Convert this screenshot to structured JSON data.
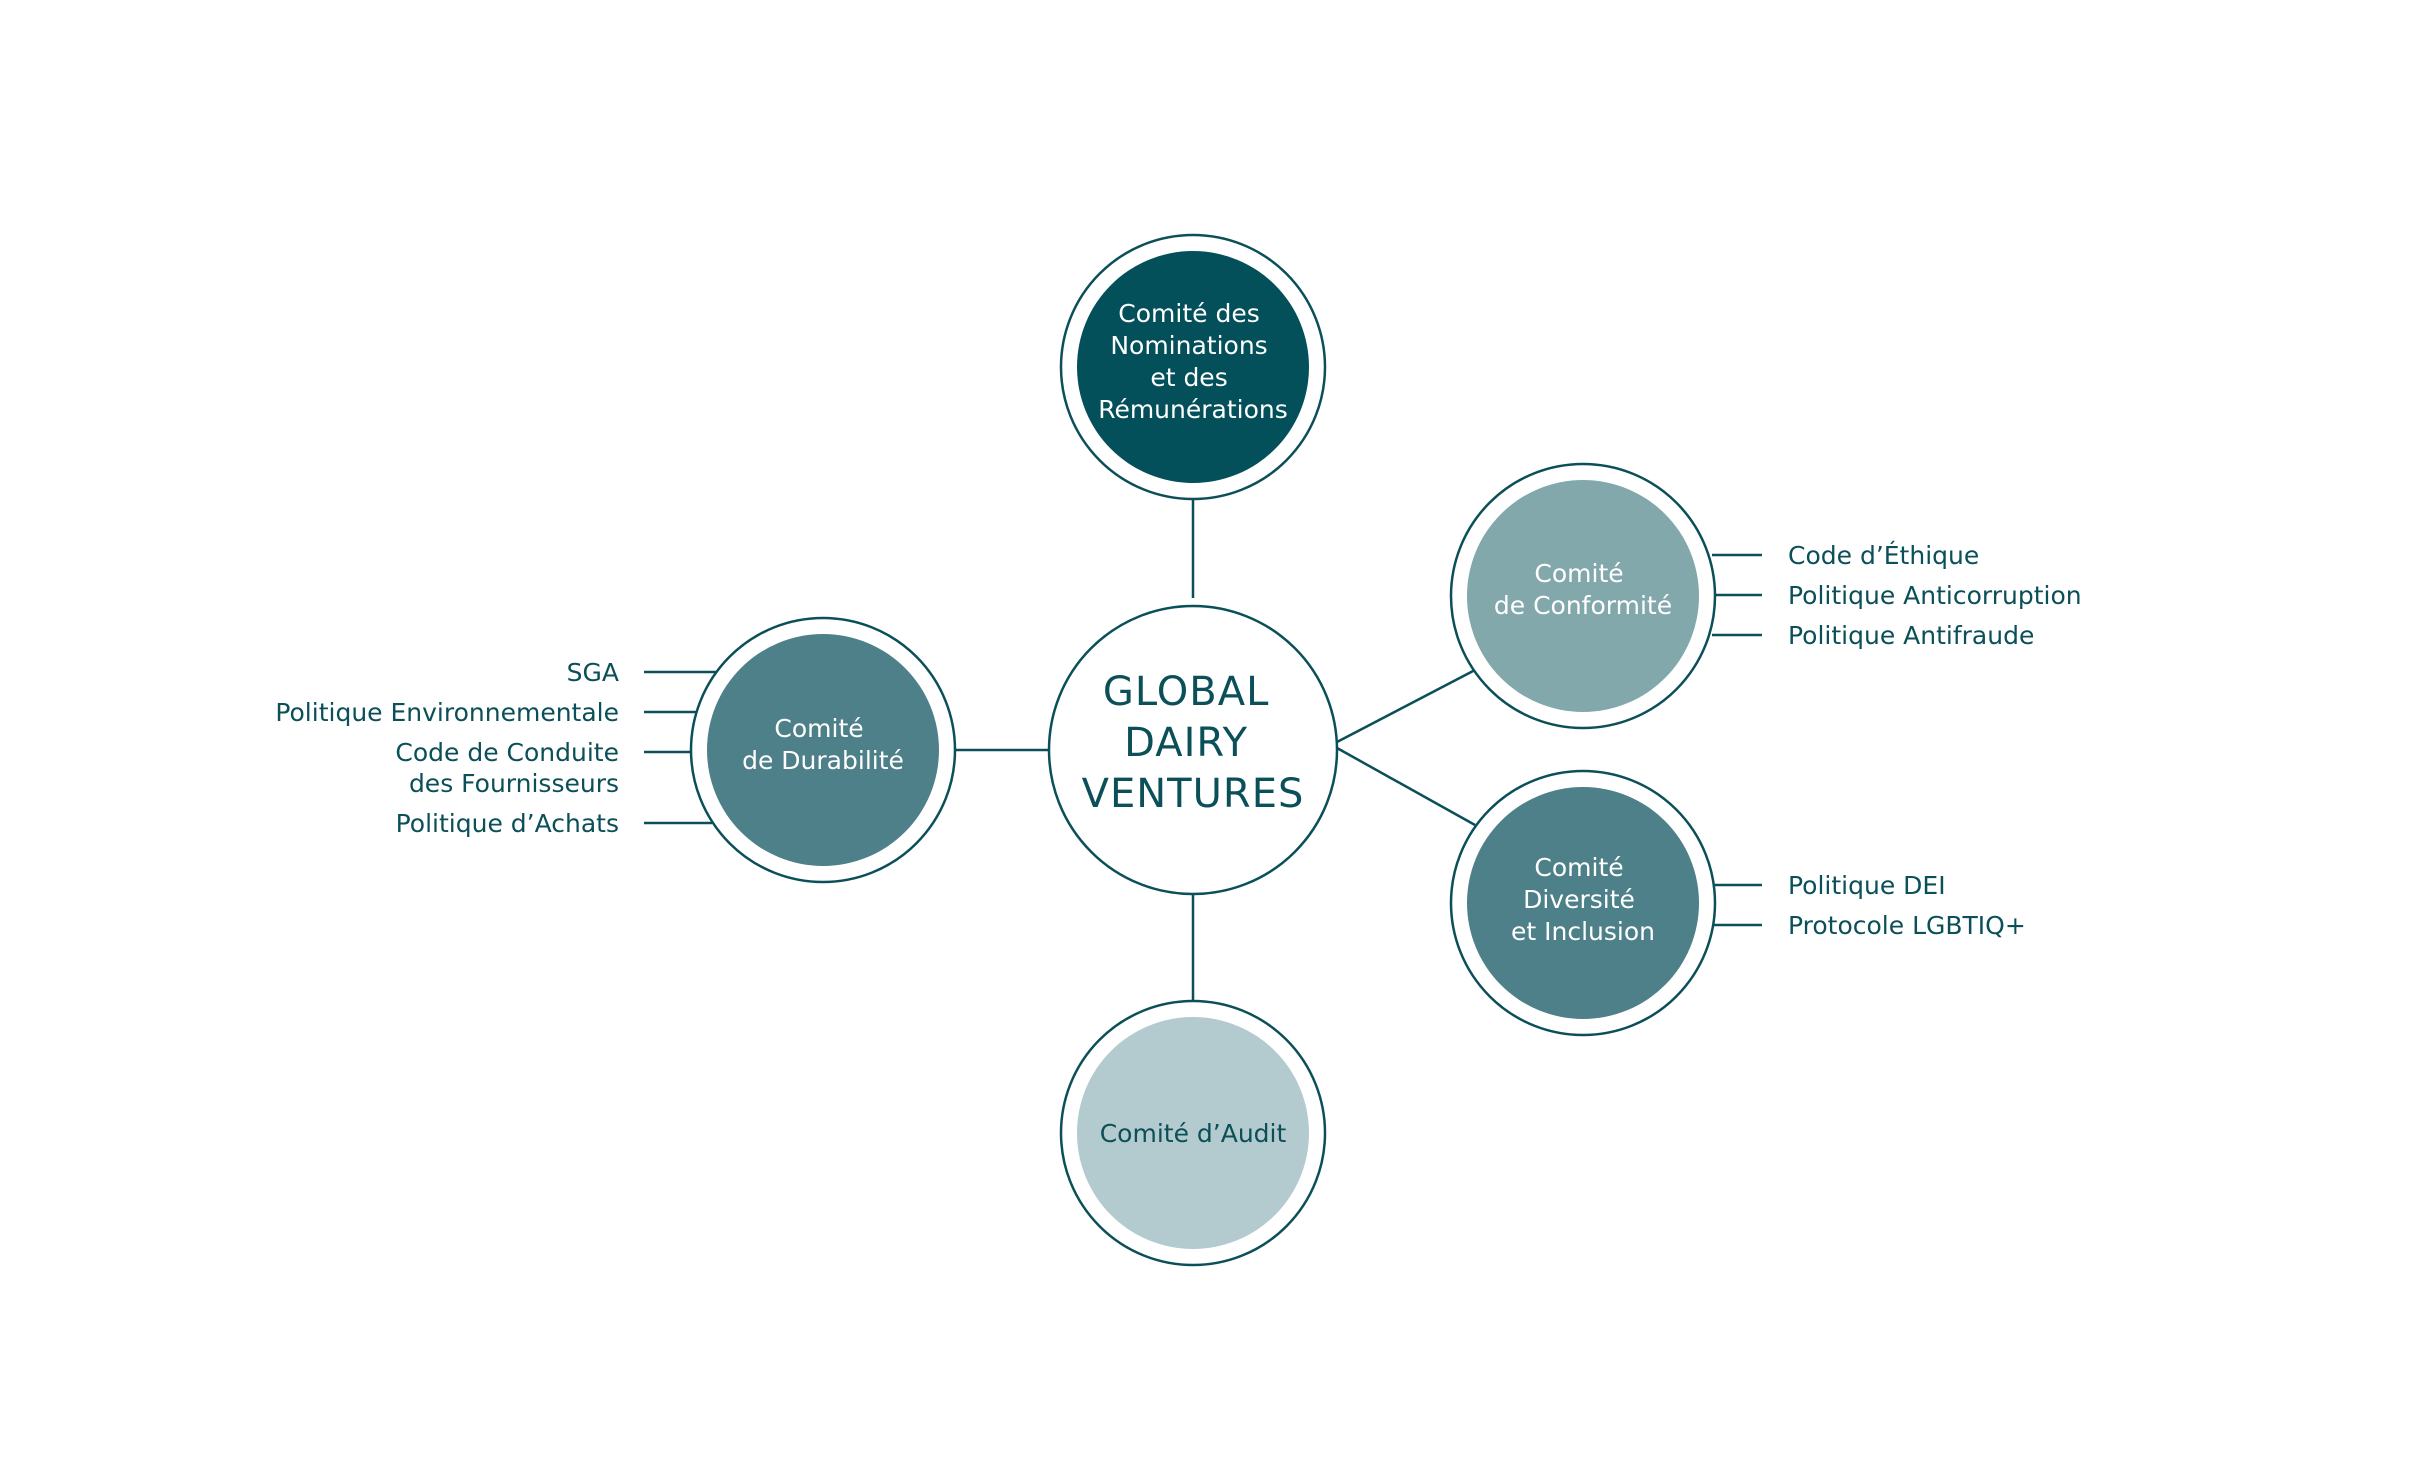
{
  "center": {
    "lines": [
      "GLOBAL",
      "DAIRY",
      "VENTURES"
    ]
  },
  "colors": {
    "stroke": "#0b4f58",
    "nominations": "#03505a",
    "conformite": "#82a8ac",
    "durabilite": "#4d8088",
    "diversite": "#4d8088",
    "audit": "#b3cbcf"
  },
  "committees": {
    "nominations": {
      "lines": [
        "Comité des",
        "Nominations",
        "et des",
        "Rémunérations"
      ]
    },
    "conformite": {
      "lines": [
        "Comité",
        "de Conformité"
      ],
      "items": [
        "Code d’Éthique",
        "Politique Anticorruption",
        "Politique Antifraude"
      ]
    },
    "diversite": {
      "lines": [
        "Comité",
        "Diversité",
        "et Inclusion"
      ],
      "items": [
        "Politique DEI",
        "Protocole LGBTIQ+"
      ]
    },
    "audit": {
      "lines": [
        "Comité d’Audit"
      ]
    },
    "durabilite": {
      "lines": [
        "Comité",
        "de Durabilité"
      ],
      "items": [
        "SGA",
        "Politique Environnementale",
        "Code de Conduite",
        "des Fournisseurs",
        "Politique d’Achats"
      ]
    }
  }
}
